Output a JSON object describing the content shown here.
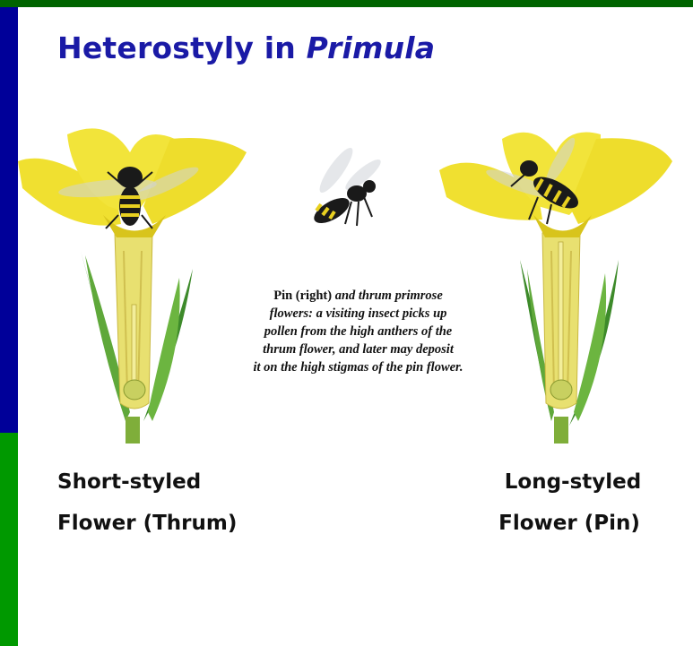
{
  "title": {
    "prefix": "Heterostyly in ",
    "genus": "Primula"
  },
  "caption": {
    "pin": "Pin",
    "right": "(right)",
    "rest_line1": "and thrum primrose",
    "line2": "flowers: a visiting insect picks up",
    "line3": "pollen from the high anthers of the",
    "line4": "thrum flower, and later may deposit",
    "line5": "it on the high stigmas of the pin flower."
  },
  "labels": {
    "left_line1": "Short-styled",
    "left_line2": "Flower (Thrum)",
    "right_line1": "Long-styled",
    "right_line2": "Flower (Pin)"
  },
  "colors": {
    "petal": "#f0e030",
    "petal_shade": "#d8c41c",
    "tube": "#e8e070",
    "sepal": "#3d8a2a",
    "insect_body": "#1a1a1a",
    "insect_stripe": "#e8d020",
    "title": "#1a1aa6",
    "top_bar": "#006400",
    "side_blue": "#000099",
    "side_green": "#009900"
  }
}
